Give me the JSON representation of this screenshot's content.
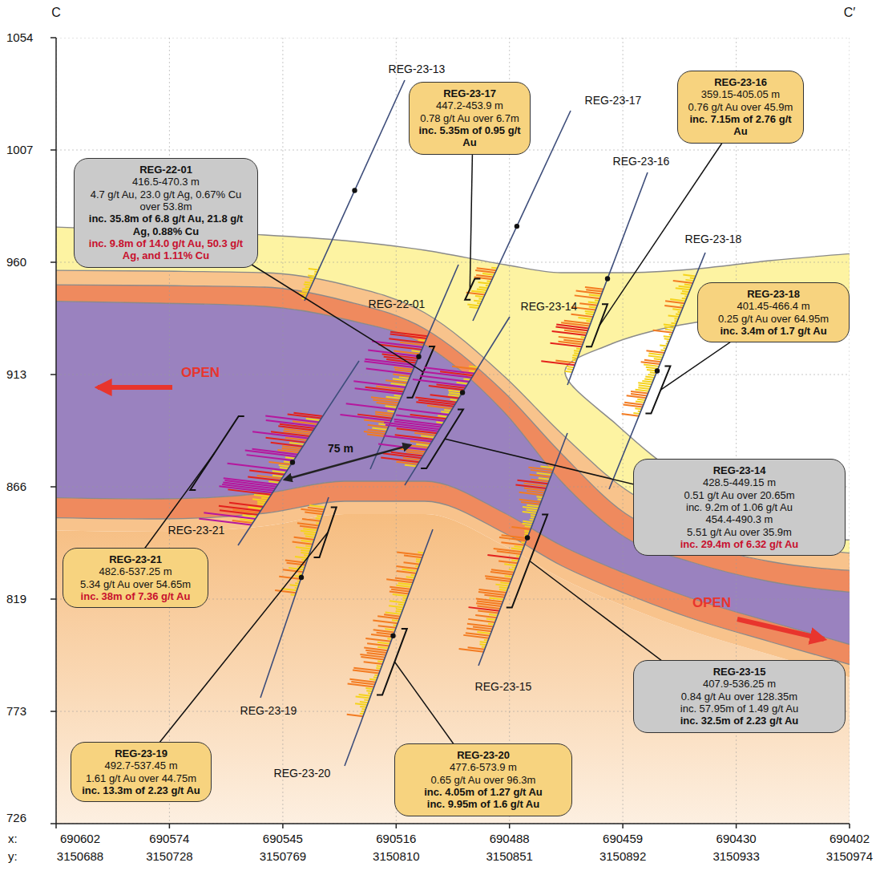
{
  "diagram": {
    "nodes": [
      {
        "text": [
          "REG-23-16",
          "359.15-405.05 m",
          "0.76 g/t Au over 45.9m",
          "inc. 7.15m of 2.76 g/t Au"
        ]
      },
      {
        "text": [
          "REG-23-17",
          "447.2-453.9 m",
          "0.78 g/t Au over 6.7m",
          "inc. 5.35m of 0.95 g/t Au"
        ]
      },
      {
        "text": [
          "REG-22-01",
          "416.5-470.3 m",
          "4.7 g/t Au, 23.0 g/t Ag, 0.67% Cu over 53.8m",
          "inc. 35.8m of 6.8 g/t Au, 21.8 g/t Ag, 0.88% Cu",
          "inc. 9.8m of 14.0 g/t Au, 50.3 g/t Ag, and 1.11% Cu"
        ]
      },
      {
        "text": [
          "REG-23-18",
          "401.45-466.4 m",
          "0.25 g/t Au over 64.95m",
          "inc. 3.4m of 1.7 g/t Au"
        ]
      },
      {
        "text": [
          "REG-23-14",
          "428.5-449.15 m",
          "0.51 g/t Au over 20.65m",
          "inc. 9.2m of 1.06 g/t Au",
          "454.4-490.3 m",
          "5.51 g/t Au over 35.9m",
          "inc. 29.4m of 6.32 g/t Au"
        ]
      },
      {
        "text": [
          "REG-23-21",
          "482.6-537.25 m",
          "5.34 g/t Au over 54.65m",
          "inc. 38m of 7.36 g/t Au"
        ]
      },
      {
        "text": [
          "REG-23-15",
          "407.9-536.25 m",
          "0.84 g/t Au over 128.35m",
          "inc. 57.95m of 1.49 g/t Au",
          "inc. 32.5m of 2.23 g/t Au"
        ]
      },
      {
        "text": [
          "REG-23-19",
          "492.7-537.45 m",
          "1.61 g/t Au over 44.75m",
          "inc. 13.3m of 2.23 g/t Au"
        ]
      },
      {
        "text": [
          "REG-23-20",
          "477.6-573.9 m",
          "0.65 g/t Au over 96.3m",
          "inc. 4.05m of 1.27 g/t Au",
          "inc. 9.95m of 1.6 g/t Au"
        ]
      }
    ],
    "labels": [
      "C",
      "C′",
      "1054",
      "1007",
      "960",
      "913",
      "866",
      "819",
      "773",
      "726",
      "x:",
      "690602",
      "690574",
      "690545",
      "690516",
      "690488",
      "690459",
      "690430",
      "690402",
      "y:",
      "3150688",
      "3150728",
      "3150769",
      "3150810",
      "3150851",
      "3150892",
      "3150933",
      "3150974",
      "REG-23-13",
      "REG-23-17",
      "REG-23-16",
      "REG-23-18",
      "REG-22-01",
      "REG-23-14",
      "REG-23-21",
      "REG-23-19",
      "REG-23-20",
      "REG-23-15",
      "OPEN",
      "OPEN",
      "75 m"
    ]
  }
}
